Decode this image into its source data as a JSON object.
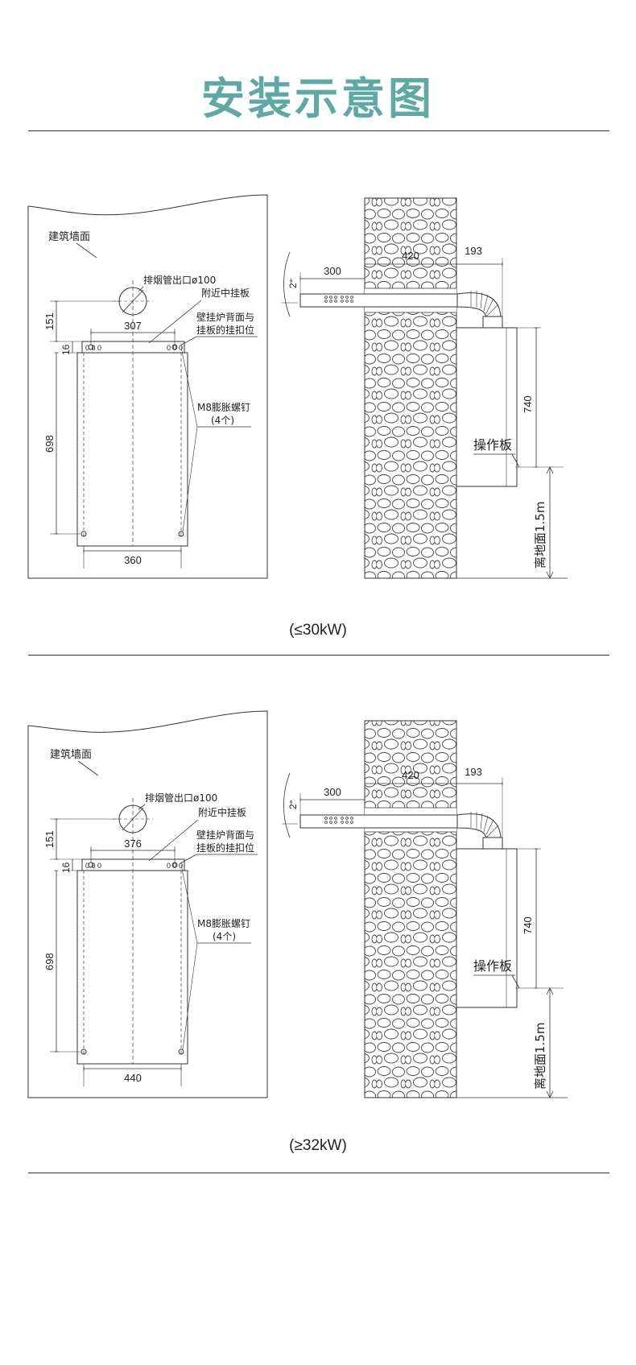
{
  "title": "安装示意图",
  "colors": {
    "title": "#5ea9a3",
    "line": "#333333"
  },
  "diagrams": [
    {
      "caption": "(≤30kW)",
      "wall_label": "建筑墙面",
      "flue_label": "排烟管出口ø100",
      "plate_label": "附近中挂板",
      "hook_label_1": "壁挂炉背面与",
      "hook_label_2": "挂板的挂扣位",
      "screw_label_1": "M8膨胀螺钉",
      "screw_label_2": "(4个)",
      "dim_top_width": "307",
      "dim_bottom_width": "360",
      "dim_151": "151",
      "dim_16": "16",
      "dim_698": "698",
      "dim_420": "420",
      "dim_193": "193",
      "dim_300": "300",
      "angle": "2°",
      "dim_740": "740",
      "panel_label": "操作板",
      "floor_label": "离地面1.5m"
    },
    {
      "caption": "(≥32kW)",
      "wall_label": "建筑墙面",
      "flue_label": "排烟管出口ø100",
      "plate_label": "附近中挂板",
      "hook_label_1": "壁挂炉背面与",
      "hook_label_2": "挂板的挂扣位",
      "screw_label_1": "M8膨胀螺钉",
      "screw_label_2": "(4个)",
      "dim_top_width": "376",
      "dim_bottom_width": "440",
      "dim_151": "151",
      "dim_16": "16",
      "dim_698": "698",
      "dim_420": "420",
      "dim_193": "193",
      "dim_300": "300",
      "angle": "2°",
      "dim_740": "740",
      "panel_label": "操作板",
      "floor_label": "离地面1.5m"
    }
  ]
}
